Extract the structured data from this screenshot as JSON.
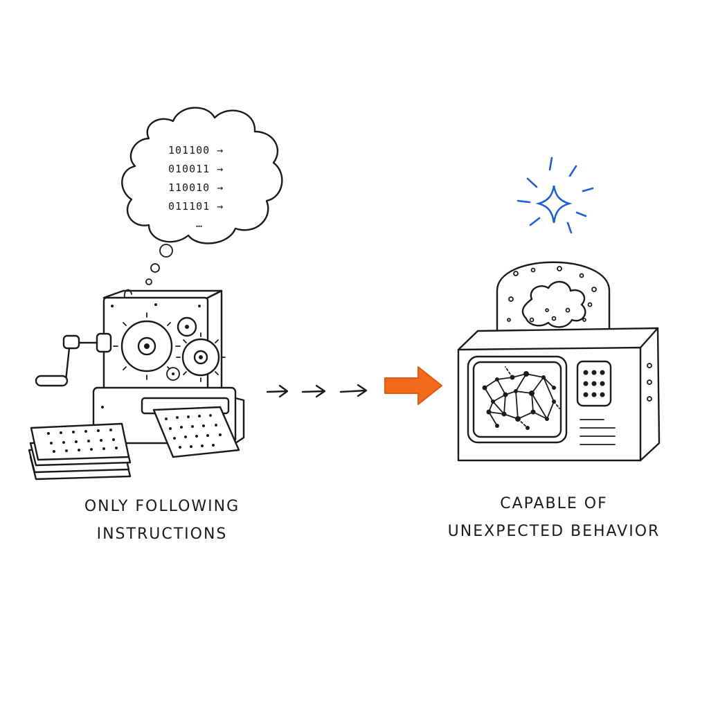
{
  "left": {
    "thought_lines": [
      "101100 →",
      "010011 →",
      "110010 →",
      "011101 →",
      "…"
    ],
    "caption_lines": [
      "ONLY FOLLOWING",
      "INSTRUCTIONS"
    ]
  },
  "right": {
    "caption_lines": [
      "CAPABLE OF",
      "UNEXPECTED BEHAVIOR"
    ]
  },
  "colors": {
    "ink": "#1a1a1a",
    "arrow_accent": "#f26a1b",
    "sparkle": "#1f5fd6"
  }
}
